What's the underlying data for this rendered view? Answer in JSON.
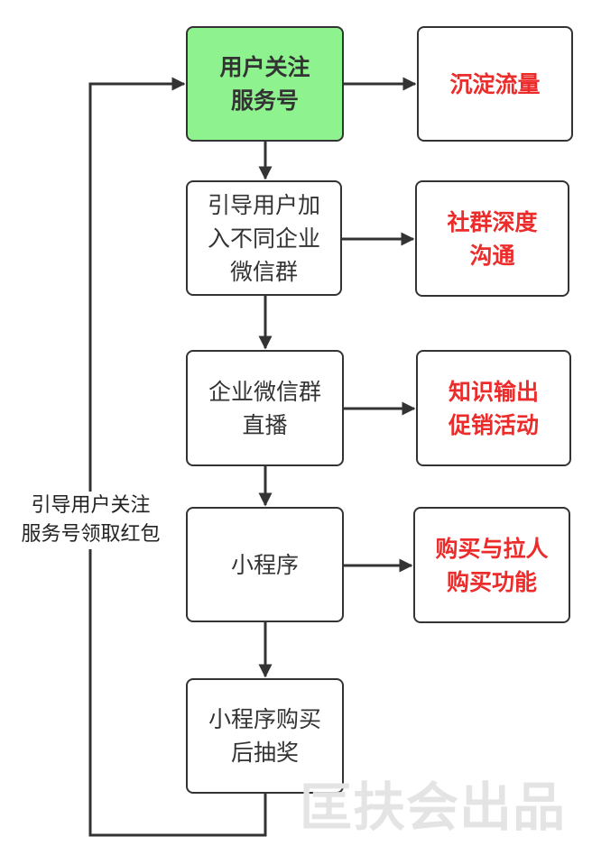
{
  "nodes": [
    {
      "id": "follow",
      "label": "用户关注\n服务号"
    },
    {
      "id": "join",
      "label": "引导用户加\n入不同企业\n微信群"
    },
    {
      "id": "live",
      "label": "企业微信群\n直播"
    },
    {
      "id": "mini",
      "label": "小程序"
    },
    {
      "id": "lottery",
      "label": "小程序购买\n后抽奖"
    }
  ],
  "outcomes": [
    {
      "id": "traffic",
      "label": "沉淀流量"
    },
    {
      "id": "community",
      "label": "社群深度\n沟通"
    },
    {
      "id": "promo",
      "label": "知识输出\n促销活动"
    },
    {
      "id": "purchase",
      "label": "购买与拉人\n购买功能"
    }
  ],
  "loop_label": "引导用户关注\n服务号领取红包",
  "watermark": "匡扶会出品",
  "colors": {
    "start_fill": "#8ef28e",
    "outcome_text": "#ec2b2b",
    "stroke": "#333333"
  }
}
